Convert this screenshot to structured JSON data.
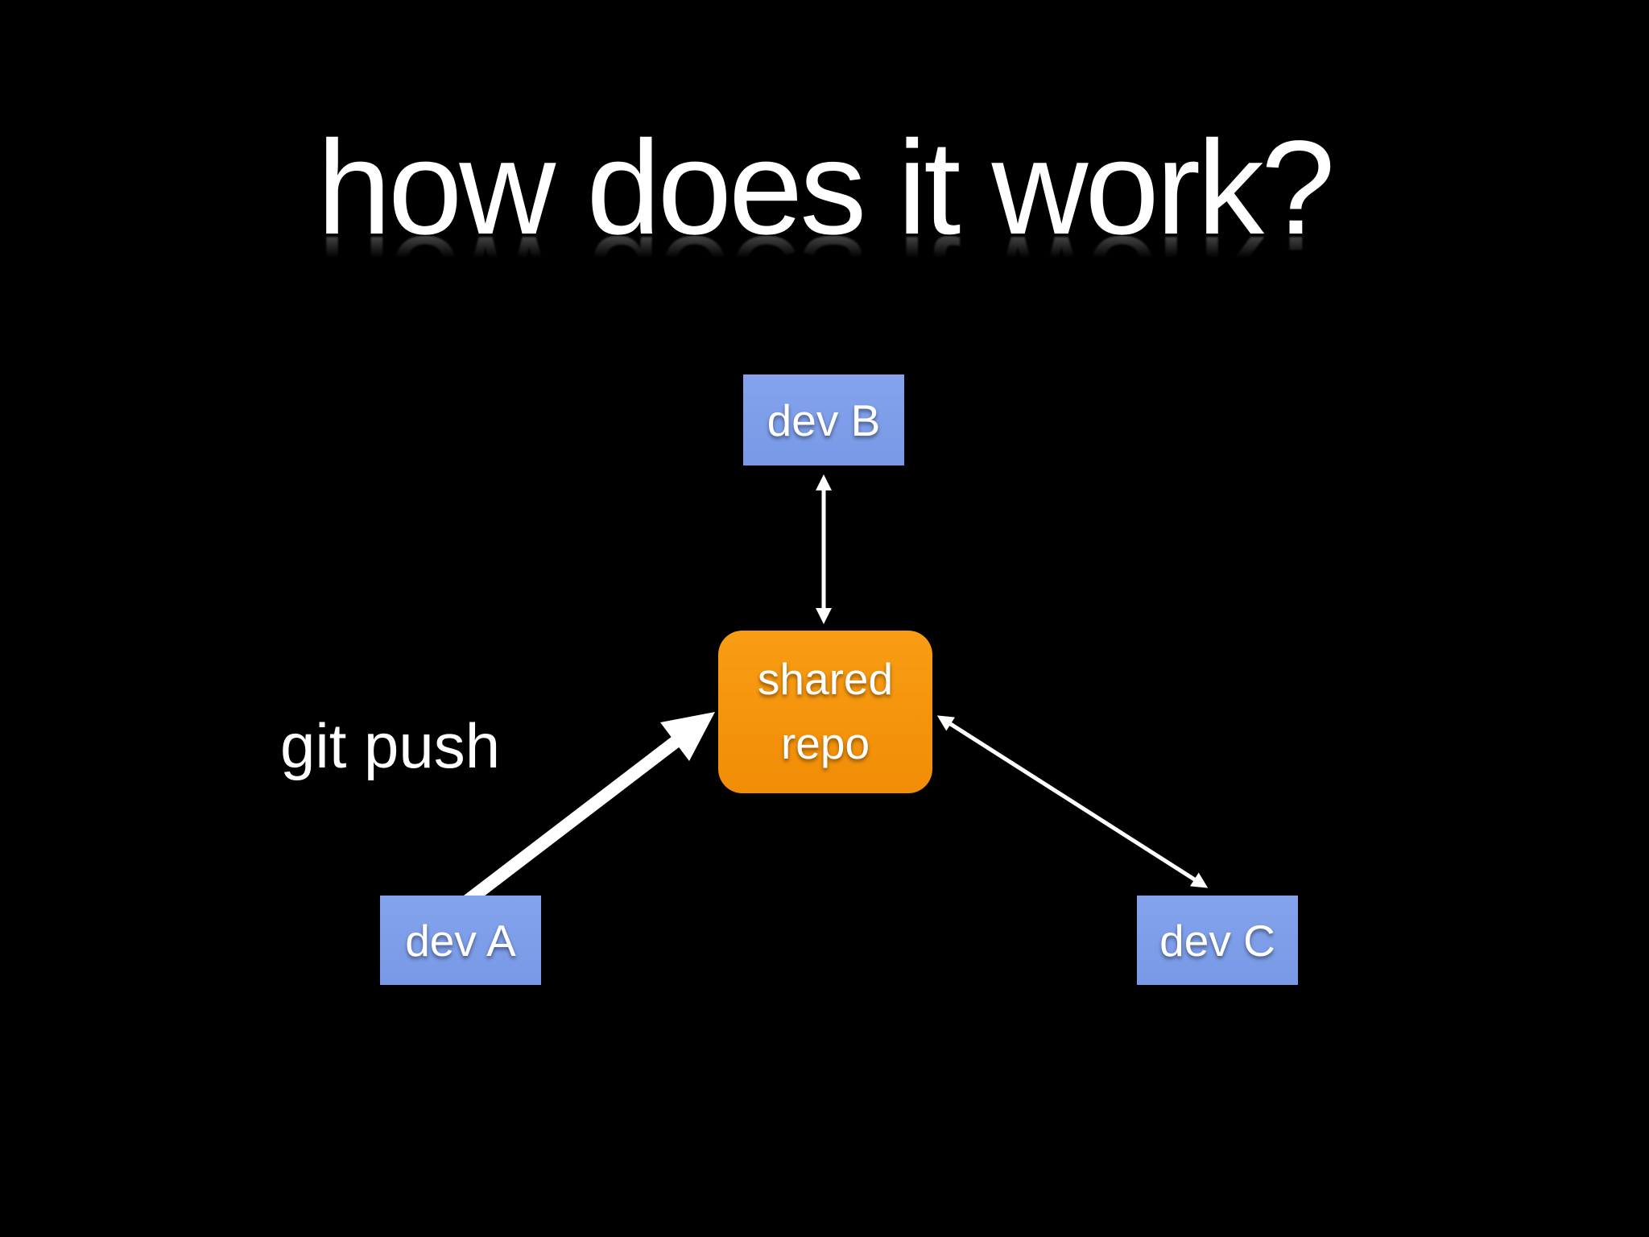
{
  "slide": {
    "title": "how does it work?",
    "background_color": "#000000",
    "text_color": "#ffffff"
  },
  "diagram": {
    "arrow_color": "#ffffff",
    "nodes": [
      {
        "id": "dev-b",
        "label": "dev B",
        "shape": "rectangle",
        "color": "#7d9ee9",
        "text_color": "#ffffff"
      },
      {
        "id": "shared-repo",
        "label": "shared repo",
        "shape": "rounded-rectangle",
        "color": "#f6940a",
        "text_color": "#ffffff"
      },
      {
        "id": "dev-a",
        "label": "dev A",
        "shape": "rectangle",
        "color": "#7d9ee9",
        "text_color": "#ffffff"
      },
      {
        "id": "dev-c",
        "label": "dev C",
        "shape": "rectangle",
        "color": "#7d9ee9",
        "text_color": "#ffffff"
      }
    ],
    "edges": [
      {
        "from": "dev-b",
        "to": "shared-repo",
        "style": "thin",
        "direction": "bidirectional",
        "label": ""
      },
      {
        "from": "dev-a",
        "to": "shared-repo",
        "style": "thick",
        "direction": "one-way",
        "label": "git push"
      },
      {
        "from": "shared-repo",
        "to": "dev-c",
        "style": "thin",
        "direction": "bidirectional",
        "label": ""
      }
    ]
  }
}
